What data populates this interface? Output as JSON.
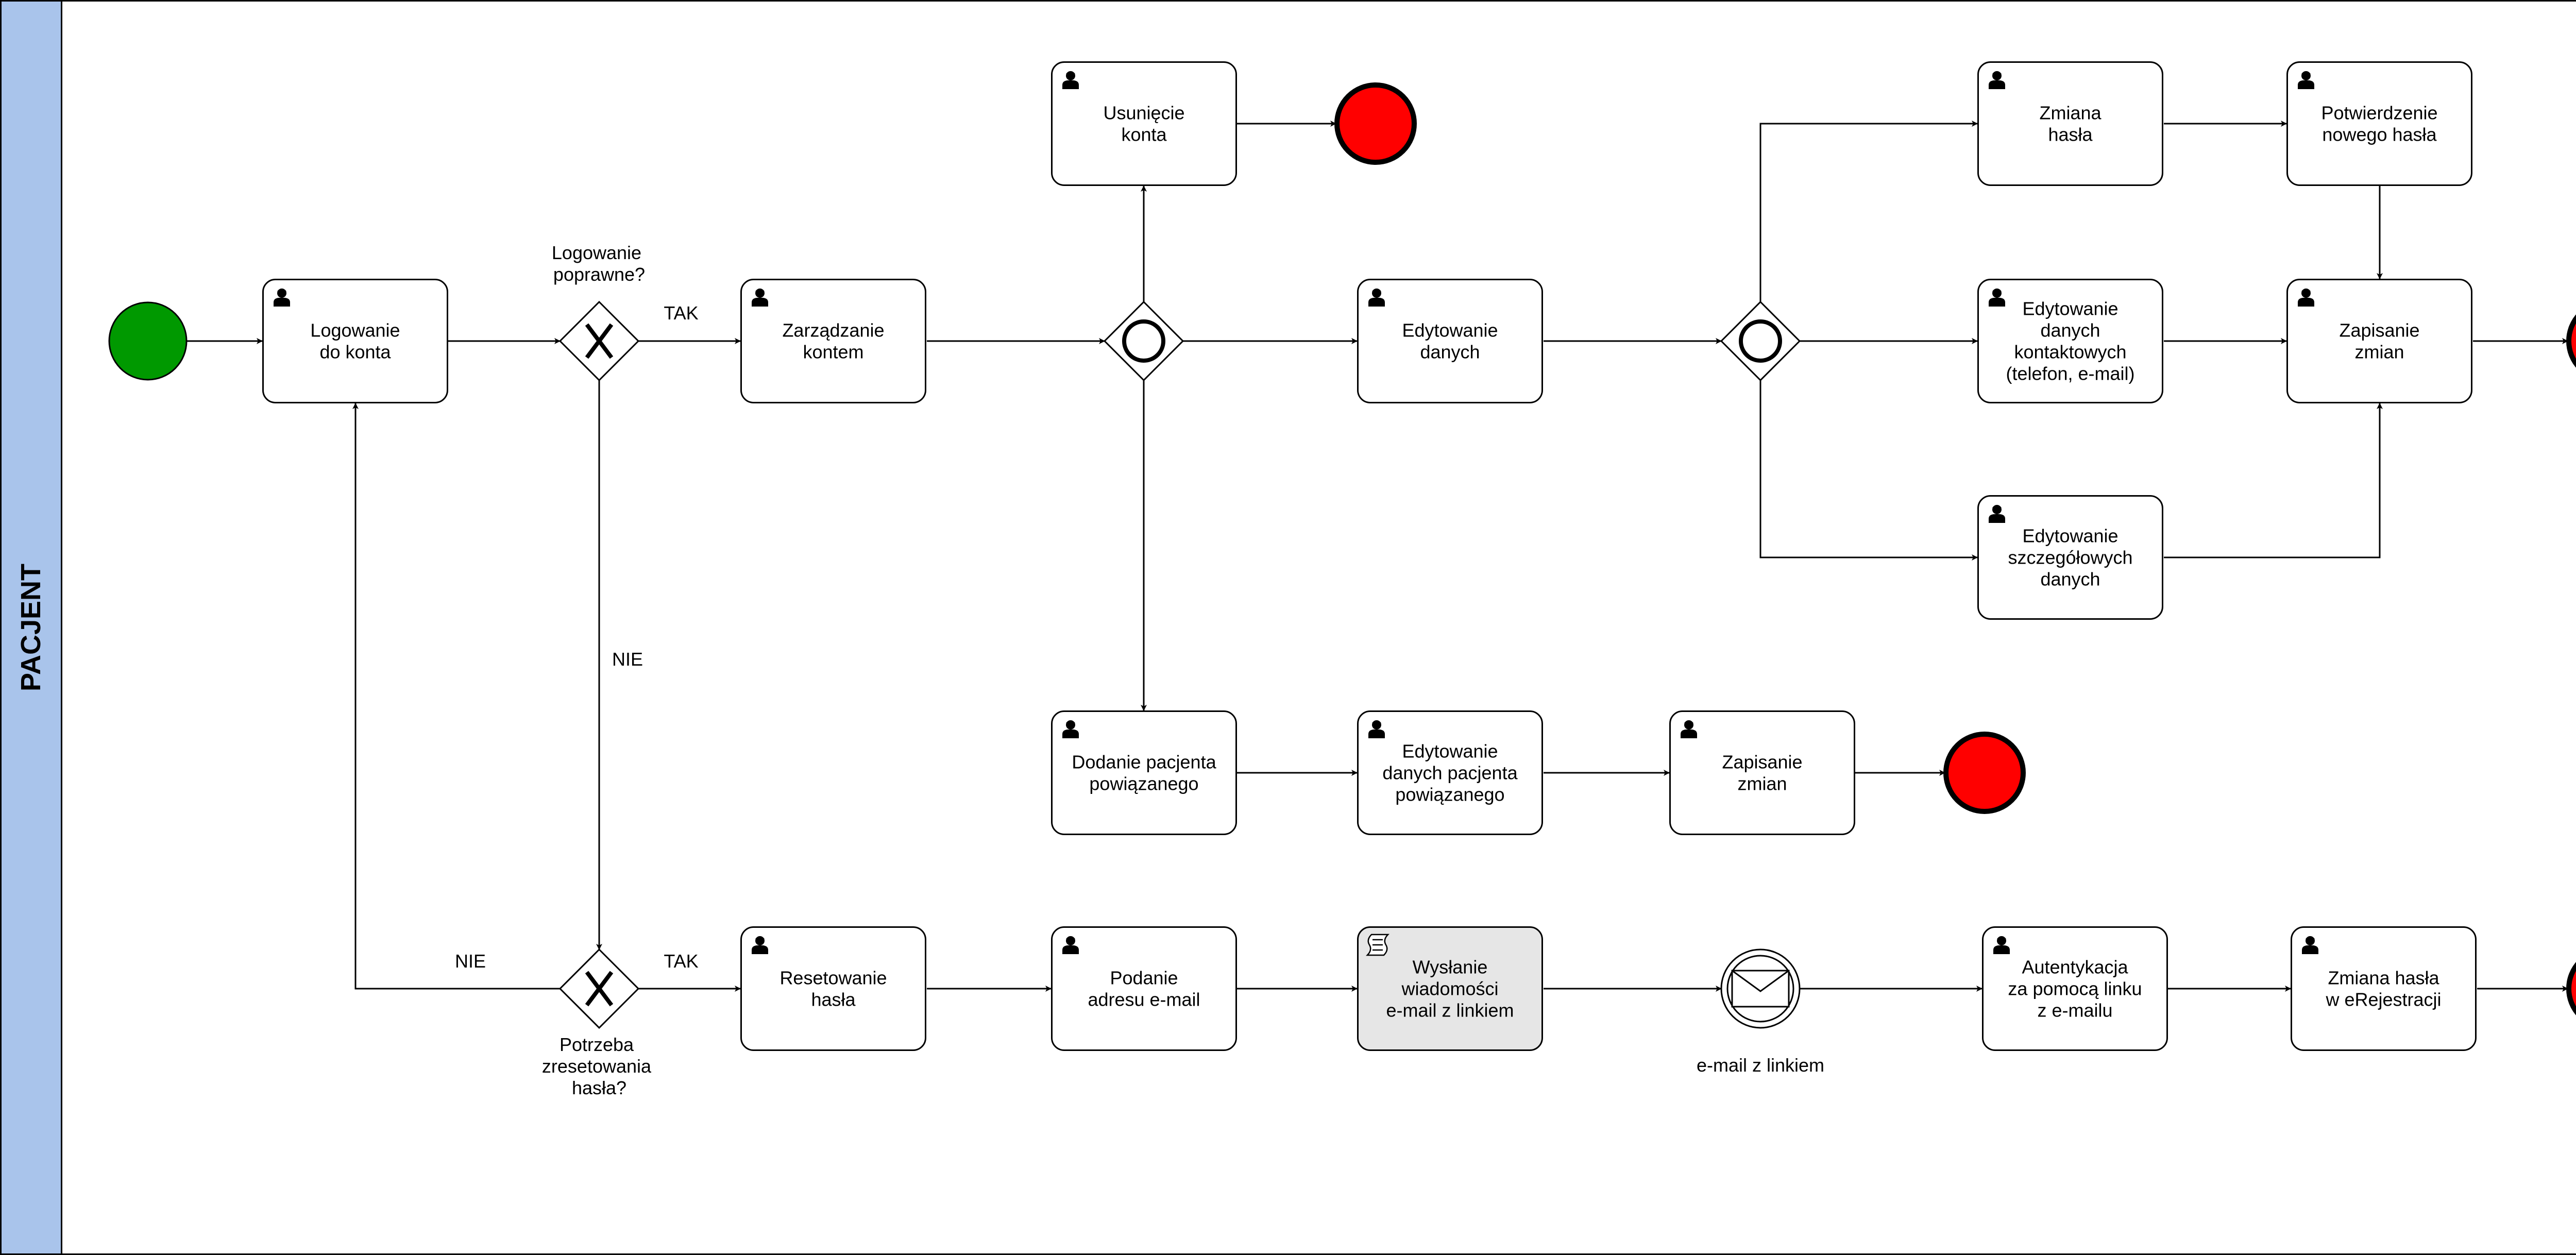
{
  "pool": {
    "lane_label": "PACJENT"
  },
  "colors": {
    "lane_header": "#a9c4eb",
    "start_event": "#009900",
    "end_event": "#ff0000",
    "task_fill": "#ffffff",
    "script_task_fill": "#e6e6e6"
  },
  "tasks": {
    "login": [
      "Logowanie",
      "do konta"
    ],
    "manage_account": [
      "Zarządzanie",
      "kontem"
    ],
    "delete_account": [
      "Usunięcie",
      "konta"
    ],
    "edit_data": [
      "Edytowanie",
      "danych"
    ],
    "change_password": [
      "Zmiana",
      "hasła"
    ],
    "confirm_password": [
      "Potwierdzenie",
      "nowego hasła"
    ],
    "edit_contact": [
      "Edytowanie",
      "danych",
      "kontaktowych",
      "(telefon, e-mail)"
    ],
    "save_changes": [
      "Zapisanie",
      "zmian"
    ],
    "edit_detailed": [
      "Edytowanie",
      "szczegółowych",
      "danych"
    ],
    "add_related": [
      "Dodanie pacjenta",
      "powiązanego"
    ],
    "edit_related": [
      "Edytowanie",
      "danych pacjenta",
      "powiązanego"
    ],
    "save_related": [
      "Zapisanie",
      "zmian"
    ],
    "reset_password": [
      "Resetowanie",
      "hasła"
    ],
    "provide_email": [
      "Podanie",
      "adresu e-mail"
    ],
    "send_email": [
      "Wysłanie",
      "wiadomości",
      "e-mail z linkiem"
    ],
    "authenticate": [
      "Autentykacja",
      "za pomocą linku",
      "z e-mailu"
    ],
    "change_password_ereg": [
      "Zmiana hasła",
      "w eRejestracji"
    ]
  },
  "gateways": {
    "login_check": {
      "question": [
        "Logowanie",
        "poprawne?"
      ],
      "yes_label": "TAK",
      "no_label": "NIE"
    },
    "reset_check": {
      "question": [
        "Potrzeba",
        "zresetowania",
        "hasła?"
      ],
      "yes_label": "TAK",
      "no_label": "NIE"
    }
  },
  "events": {
    "email_received": {
      "label": "e-mail z linkiem",
      "icon": "envelope-icon"
    }
  }
}
